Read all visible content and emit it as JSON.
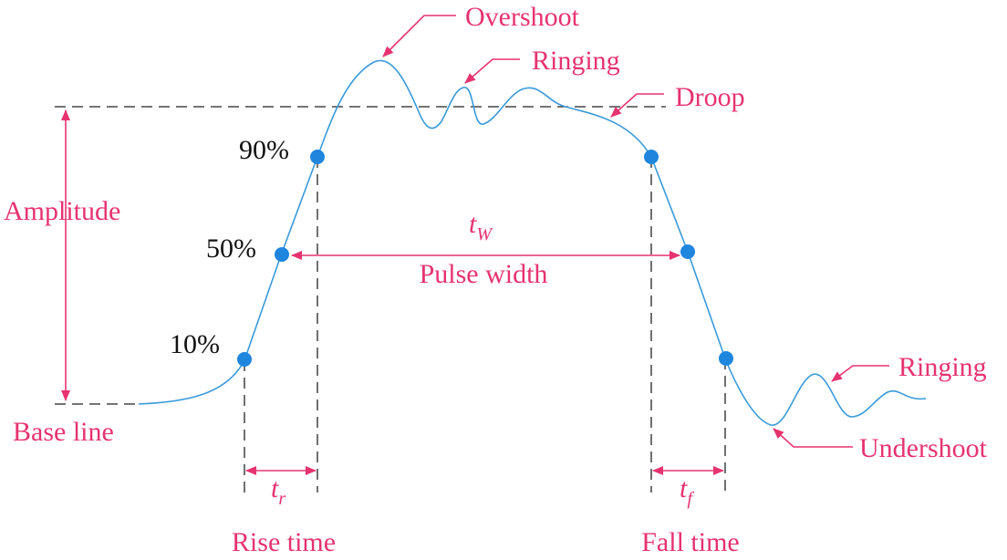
{
  "labels": {
    "overshoot": "Overshoot",
    "ringing_top": "Ringing",
    "droop": "Droop",
    "amplitude": "Amplitude",
    "base_line": "Base line",
    "pulse_width": "Pulse width",
    "rise_time": "Rise time",
    "fall_time": "Fall time",
    "ringing_bottom": "Ringing",
    "undershoot": "Undershoot"
  },
  "levels": {
    "p90": "90%",
    "p50": "50%",
    "p10": "10%"
  },
  "symbols": {
    "tw_base": "t",
    "tw_sub": "W",
    "tr_base": "t",
    "tr_sub": "r",
    "tf_base": "t",
    "tf_sub": "f"
  },
  "colors": {
    "label": "#e6336f",
    "waveform": "#3a9ad9",
    "marker": "#1f86de",
    "reference_lines": "#222222"
  }
}
